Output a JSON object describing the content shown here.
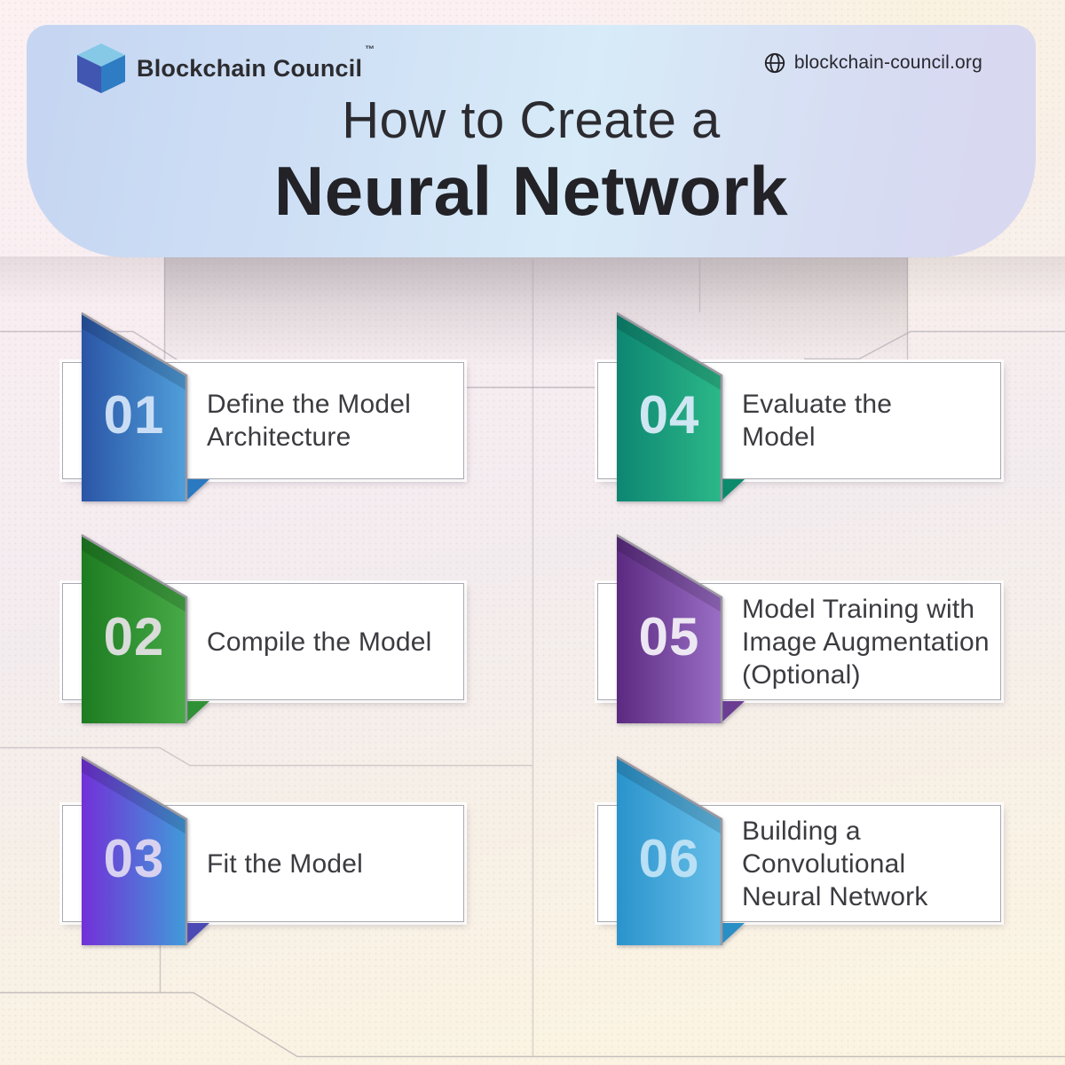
{
  "header": {
    "brand_name": "Blockchain Council",
    "trademark": "™",
    "website": "blockchain-council.org",
    "title_line1": "How to Create a",
    "title_line2": "Neural Network",
    "banner_color_left": "#c5d5f2",
    "banner_color_mid": "#d7ebf8",
    "banner_color_right": "#d8d7f0",
    "logo_cube_top": "#85c9e7",
    "logo_cube_left": "#4156b0",
    "logo_cube_right": "#2e7cc3"
  },
  "steps": [
    {
      "num": "01",
      "title": "Define the Model\nArchitecture",
      "flag_from": "#2a55a6",
      "flag_to": "#509fda",
      "fold_color": "#2b79c0",
      "number_color": "#c9ddf4"
    },
    {
      "num": "02",
      "title": "Compile the Model",
      "flag_from": "#1d7c21",
      "flag_to": "#47aa47",
      "fold_color": "#2f9135",
      "number_color": "#d9dcd9"
    },
    {
      "num": "03",
      "title": "Fit the Model",
      "flag_from": "#7230d8",
      "flag_to": "#419bd9",
      "fold_color": "#4b49b4",
      "number_color": "#d8d2f0"
    },
    {
      "num": "04",
      "title": "Evaluate the\nModel",
      "flag_from": "#0d8672",
      "flag_to": "#2cb888",
      "fold_color": "#0b8a6c",
      "number_color": "#cfe7f2"
    },
    {
      "num": "05",
      "title": "Model Training with\nImage Augmentation\n(Optional)",
      "flag_from": "#5b2a80",
      "flag_to": "#9b6fc6",
      "fold_color": "#6a3d92",
      "number_color": "#ece7f2"
    },
    {
      "num": "06",
      "title": "Building a\nConvolutional\nNeural Network",
      "flag_from": "#2a93cc",
      "flag_to": "#68bfe9",
      "fold_color": "#2a8fc4",
      "number_color": "#b9e0f4"
    }
  ]
}
